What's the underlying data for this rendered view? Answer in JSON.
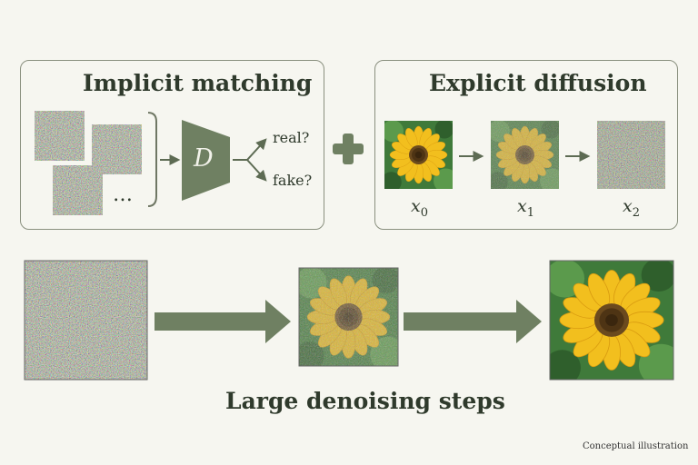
{
  "left_panel": {
    "title": "Implicit matching",
    "ellipsis": "…",
    "discriminator_label": "D",
    "output_real": "real?",
    "output_fake": "fake?"
  },
  "plus_symbol": "+",
  "right_panel": {
    "title": "Explicit diffusion",
    "steps": [
      {
        "var": "x",
        "sub": "0"
      },
      {
        "var": "x",
        "sub": "1"
      },
      {
        "var": "x",
        "sub": "2"
      }
    ]
  },
  "bottom": {
    "caption": "Large denoising steps"
  },
  "footer": "Conceptual illustration",
  "colors": {
    "accent": "#6f8062",
    "frame": "#8a907f",
    "text": "#2f3a2c",
    "petal": "#f2bf1e",
    "center": "#6b4a1e",
    "leaf": "#3f7a3a"
  }
}
